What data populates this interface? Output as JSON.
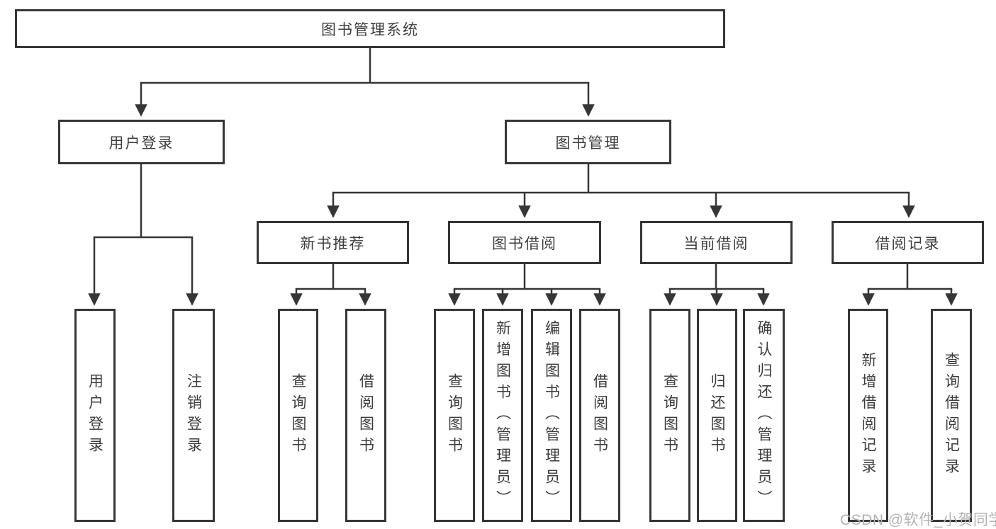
{
  "tree": {
    "label": "图书管理系统",
    "children": [
      {
        "label": "用户登录",
        "children": [
          {
            "label": "用户登录"
          },
          {
            "label": "注销登录"
          }
        ]
      },
      {
        "label": "图书管理",
        "children": [
          {
            "label": "新书推荐",
            "children": [
              {
                "label": "查询图书"
              },
              {
                "label": "借阅图书"
              }
            ]
          },
          {
            "label": "图书借阅",
            "children": [
              {
                "label": "查询图书"
              },
              {
                "label": "新增图书（管理员）"
              },
              {
                "label": "编辑图书（管理员）"
              },
              {
                "label": "借阅图书"
              }
            ]
          },
          {
            "label": "当前借阅",
            "children": [
              {
                "label": "查询图书"
              },
              {
                "label": "归还图书"
              },
              {
                "label": "确认归还（管理员）"
              }
            ]
          },
          {
            "label": "借阅记录",
            "children": [
              {
                "label": "新增借阅记录"
              },
              {
                "label": "查询借阅记录"
              }
            ]
          }
        ]
      }
    ]
  },
  "watermark": {
    "text": "CSDN @软件_小贺同学"
  },
  "colors": {
    "line": "#363636",
    "box_border": "#363636",
    "label_text": "#3d3d3d",
    "watermark": "#b3b3b3",
    "background": "#ffffff"
  }
}
